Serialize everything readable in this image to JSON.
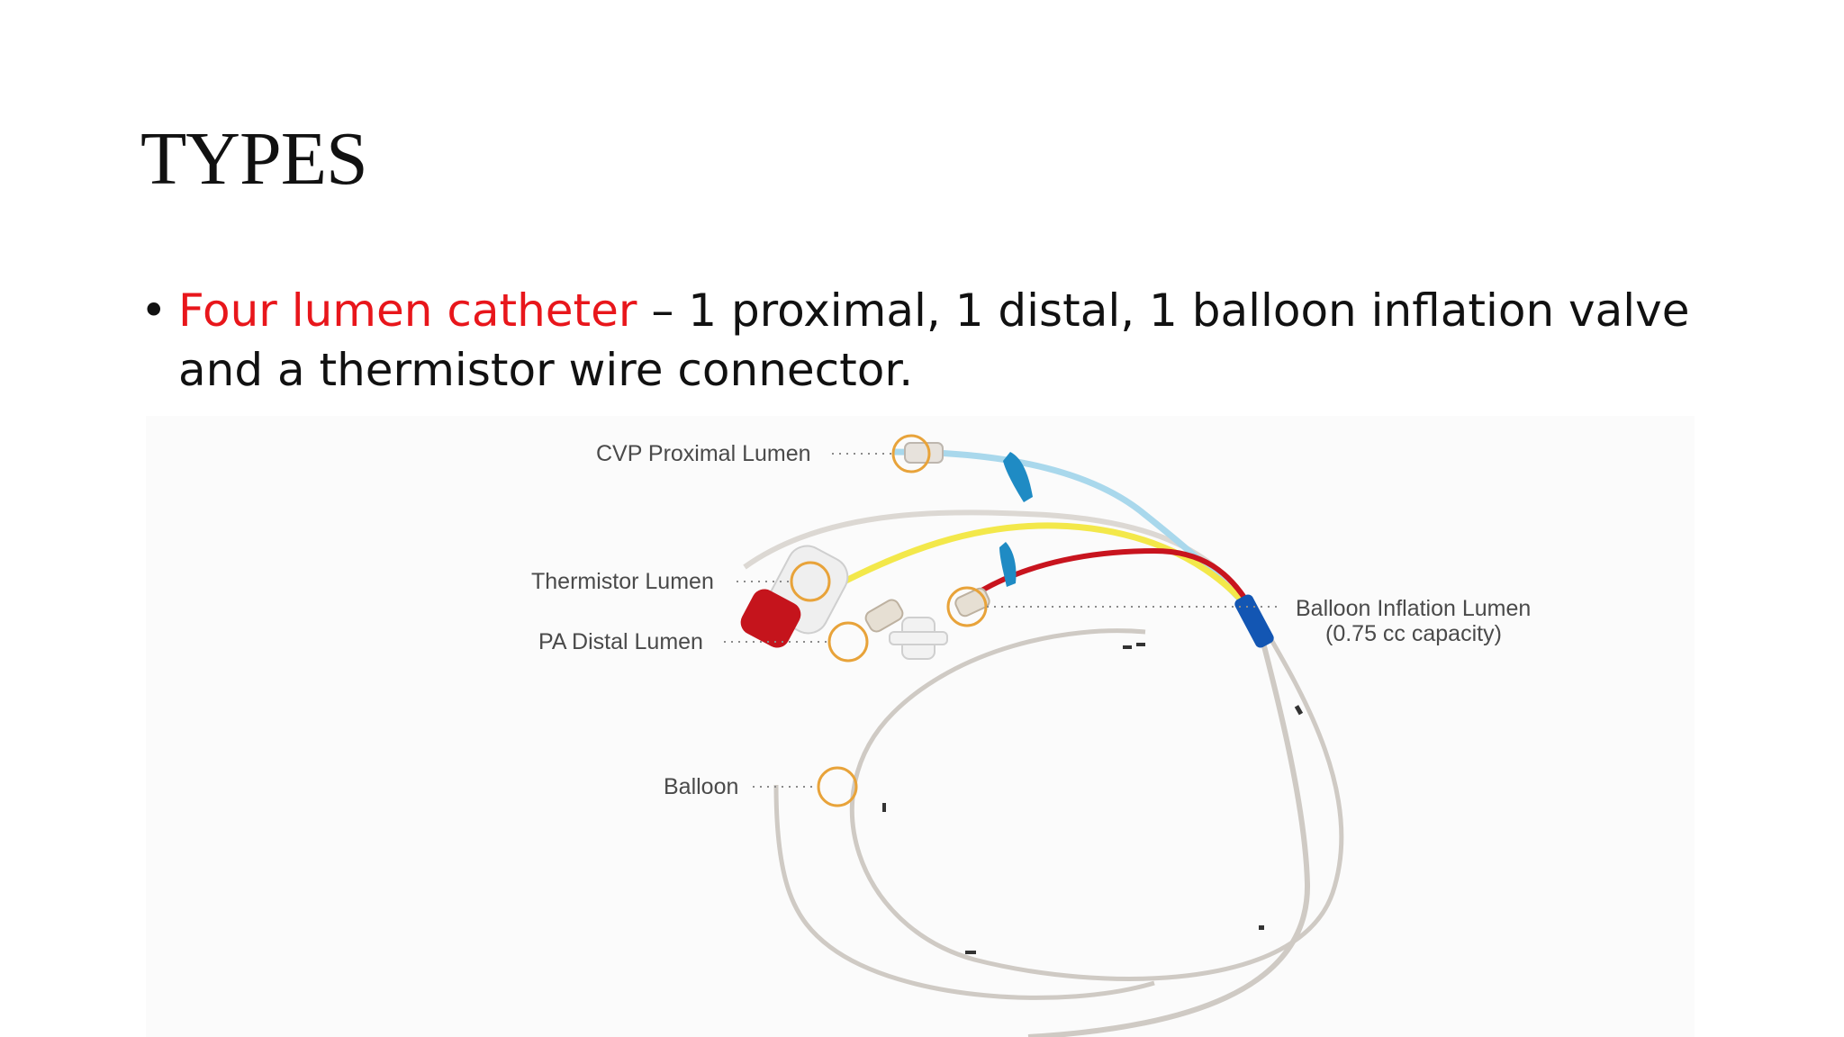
{
  "slide": {
    "title": "TYPES",
    "bullet": {
      "highlight": "Four lumen catheter",
      "rest": " – 1 proximal, 1 distal, 1 balloon inflation valve and a thermistor wire connector."
    }
  },
  "figure": {
    "labels": {
      "cvp": "CVP Proximal Lumen",
      "thermistor": "Thermistor Lumen",
      "pa_distal": "PA Distal Lumen",
      "balloon": "Balloon",
      "balloon_inflation_1": "Balloon Inflation Lumen",
      "balloon_inflation_2": "(0.75 cc capacity)"
    },
    "colors": {
      "highlight": "#e8161b",
      "callout_ring": "#e8a33a",
      "catheter": "#cfcac4",
      "proximal_line": "#a9d8ec",
      "distal_line": "#f3e84a",
      "balloon_line": "#c8141e",
      "clamp": "#1f8bc4",
      "sleeve": "#1356b3",
      "thermistor_cap": "#c5141c"
    }
  }
}
